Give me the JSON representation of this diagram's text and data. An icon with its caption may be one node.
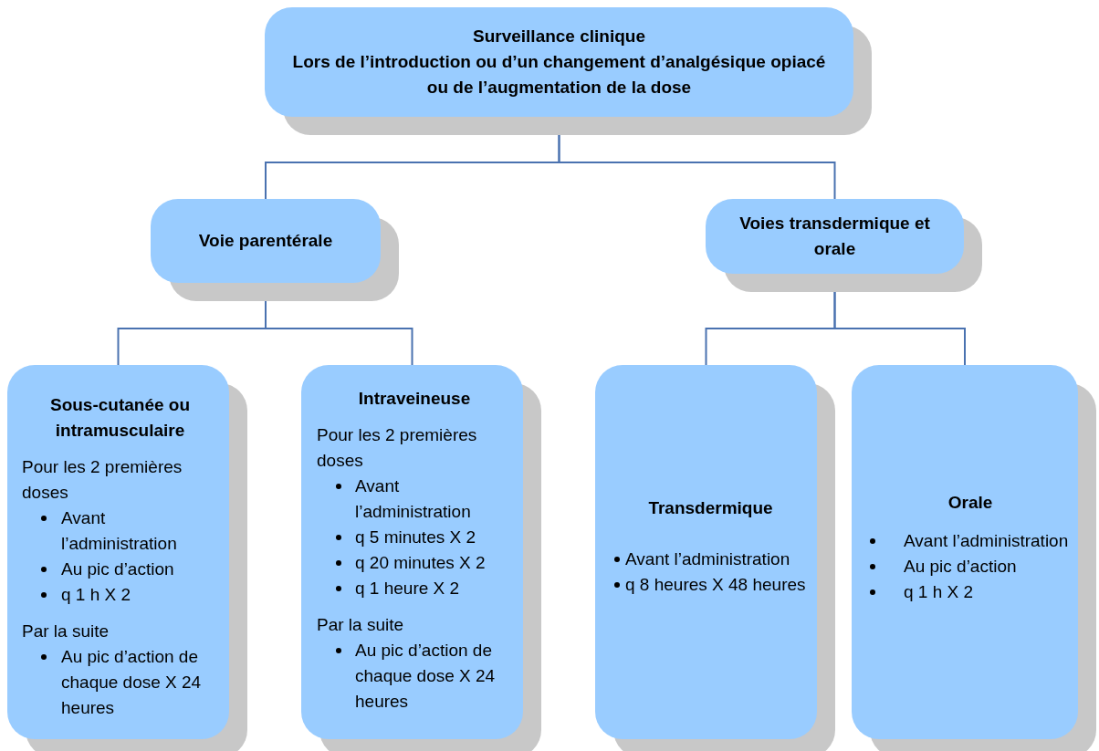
{
  "diagram": {
    "nodes": [
      {
        "text": [
          "Surveillance clinique",
          "Lors de l’introduction ou d’un changement d’analgésique opiacé ou de l’augmentation de la dose"
        ]
      },
      {
        "text": [
          "Voie parentérale"
        ]
      },
      {
        "text": [
          "Voies transdermique et orale"
        ]
      },
      {
        "text": [
          "Sous-cutanée ou intramusculaire",
          "Pour les 2 premières doses",
          "Avant l’administration",
          "Au pic d’action",
          "q 1 h X 2",
          "Par la suite",
          "Au pic d’action de chaque dose X 24 heures"
        ]
      },
      {
        "text": [
          "Intraveineuse",
          "Pour les 2 premières doses",
          "Avant l’administration",
          "q 5 minutes X 2",
          "q 20 minutes X 2",
          "q 1 heure X 2",
          "Par la suite",
          "Au pic d’action de chaque dose X 24 heures"
        ]
      },
      {
        "text": [
          "Transdermique",
          "Avant l’administration",
          "q 8 heures X 48 heures"
        ]
      },
      {
        "text": [
          "Orale",
          "Avant l’administration",
          "Au pic d’action",
          "q 1 h X 2"
        ]
      }
    ],
    "edges": [
      {
        "from": 0,
        "to": 1,
        "arrow": "none"
      },
      {
        "from": 0,
        "to": 2,
        "arrow": "none"
      },
      {
        "from": 1,
        "to": 3,
        "arrow": "none"
      },
      {
        "from": 1,
        "to": 4,
        "arrow": "none"
      },
      {
        "from": 2,
        "to": 5,
        "arrow": "none"
      },
      {
        "from": 2,
        "to": 6,
        "arrow": "none"
      }
    ]
  }
}
